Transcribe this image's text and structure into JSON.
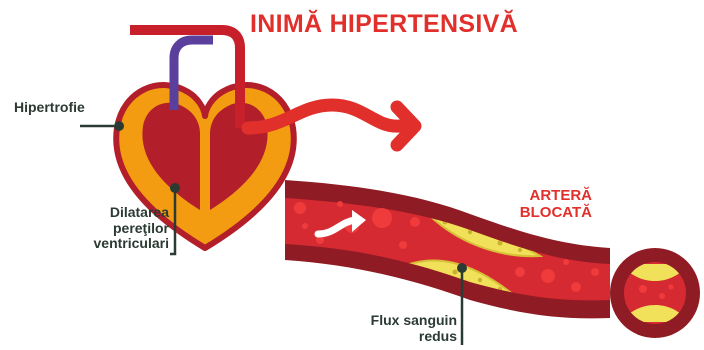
{
  "title": "INIMĂ HIPERTENSIVĂ",
  "labels": {
    "hypertrophy": "Hipertrofie",
    "dilation": [
      "Dilatarea",
      "pereţilor",
      "ventriculari"
    ],
    "blocked_artery": [
      "ARTERĂ",
      "BLOCATĂ"
    ],
    "reduced_flow": [
      "Flux sanguin",
      "redus"
    ]
  },
  "colors": {
    "title_red": "#e1302b",
    "heart_orange": "#f39c12",
    "chamber_red": "#b21f2a",
    "artery_wall": "#8f1c24",
    "blood": "#d62a32",
    "plaque": "#f1e05a",
    "vein_purple": "#5a3f9c",
    "label_dark": "#2b3a33"
  }
}
